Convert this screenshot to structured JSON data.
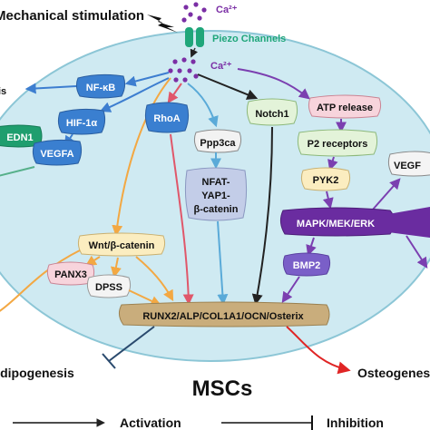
{
  "title": "MSCs",
  "header": {
    "stimulus": "Mechanical stimulation",
    "ion_top": "Ca²⁺",
    "ion_inner": "Ca²⁺",
    "channel": "Piezo Channels"
  },
  "nodes": {
    "nfkb": "NF-κB",
    "hif": "HIF-1α",
    "edn1": "EDN1",
    "vegfa": "VEGFA",
    "rhoa": "RhoA",
    "ppp3ca": "Ppp3ca",
    "nfat_1": "NFAT-",
    "nfat_2": "YAP1-",
    "nfat_3": "β-catenin",
    "notch1": "Notch1",
    "atp": "ATP release",
    "p2": "P2 receptors",
    "pyk2": "PYK2",
    "vegf_right": "VEGF",
    "mapk": "MAPK/MEK/ERK",
    "bmp2": "BMP2",
    "wnt": "Wnt/β-catenin",
    "panx3": "PANX3",
    "dpss": "DPSS",
    "runx2": "RUNX2/ALP/COL1A1/OCN/Osterix",
    "left_cut": "is"
  },
  "outcomes": {
    "adipo": "Adipogenesis",
    "osteo": "Osteogenesis"
  },
  "legend": {
    "activation": "Activation",
    "inhibition": "Inhibition"
  },
  "colors": {
    "cell": "#cfeaf2",
    "cell_stroke": "#8cc6d6",
    "piezo": "#1fa67a",
    "ca_dot": "#7b2fa5",
    "blue_box": "#3a7fd0",
    "purple_box": "#6a2ca0",
    "green_box": "#e3f3d9",
    "pink_box": "#f7d4dc",
    "yellow_box": "#fbedc0",
    "runx_box": "#c9ad7c",
    "arrow_orange": "#f3a843",
    "arrow_red": "#e0576a",
    "arrow_cyan": "#5aaad8",
    "arrow_purple": "#7b3fb0",
    "arrow_blue": "#3d7ed0",
    "arrow_dark": "#222222",
    "osteo_arrow": "#e02525",
    "adipo_bar": "#2a4a6e"
  },
  "icons": [
    "lightning-bolt-icon",
    "piezo-channel-icon",
    "calcium-ion-icon"
  ]
}
